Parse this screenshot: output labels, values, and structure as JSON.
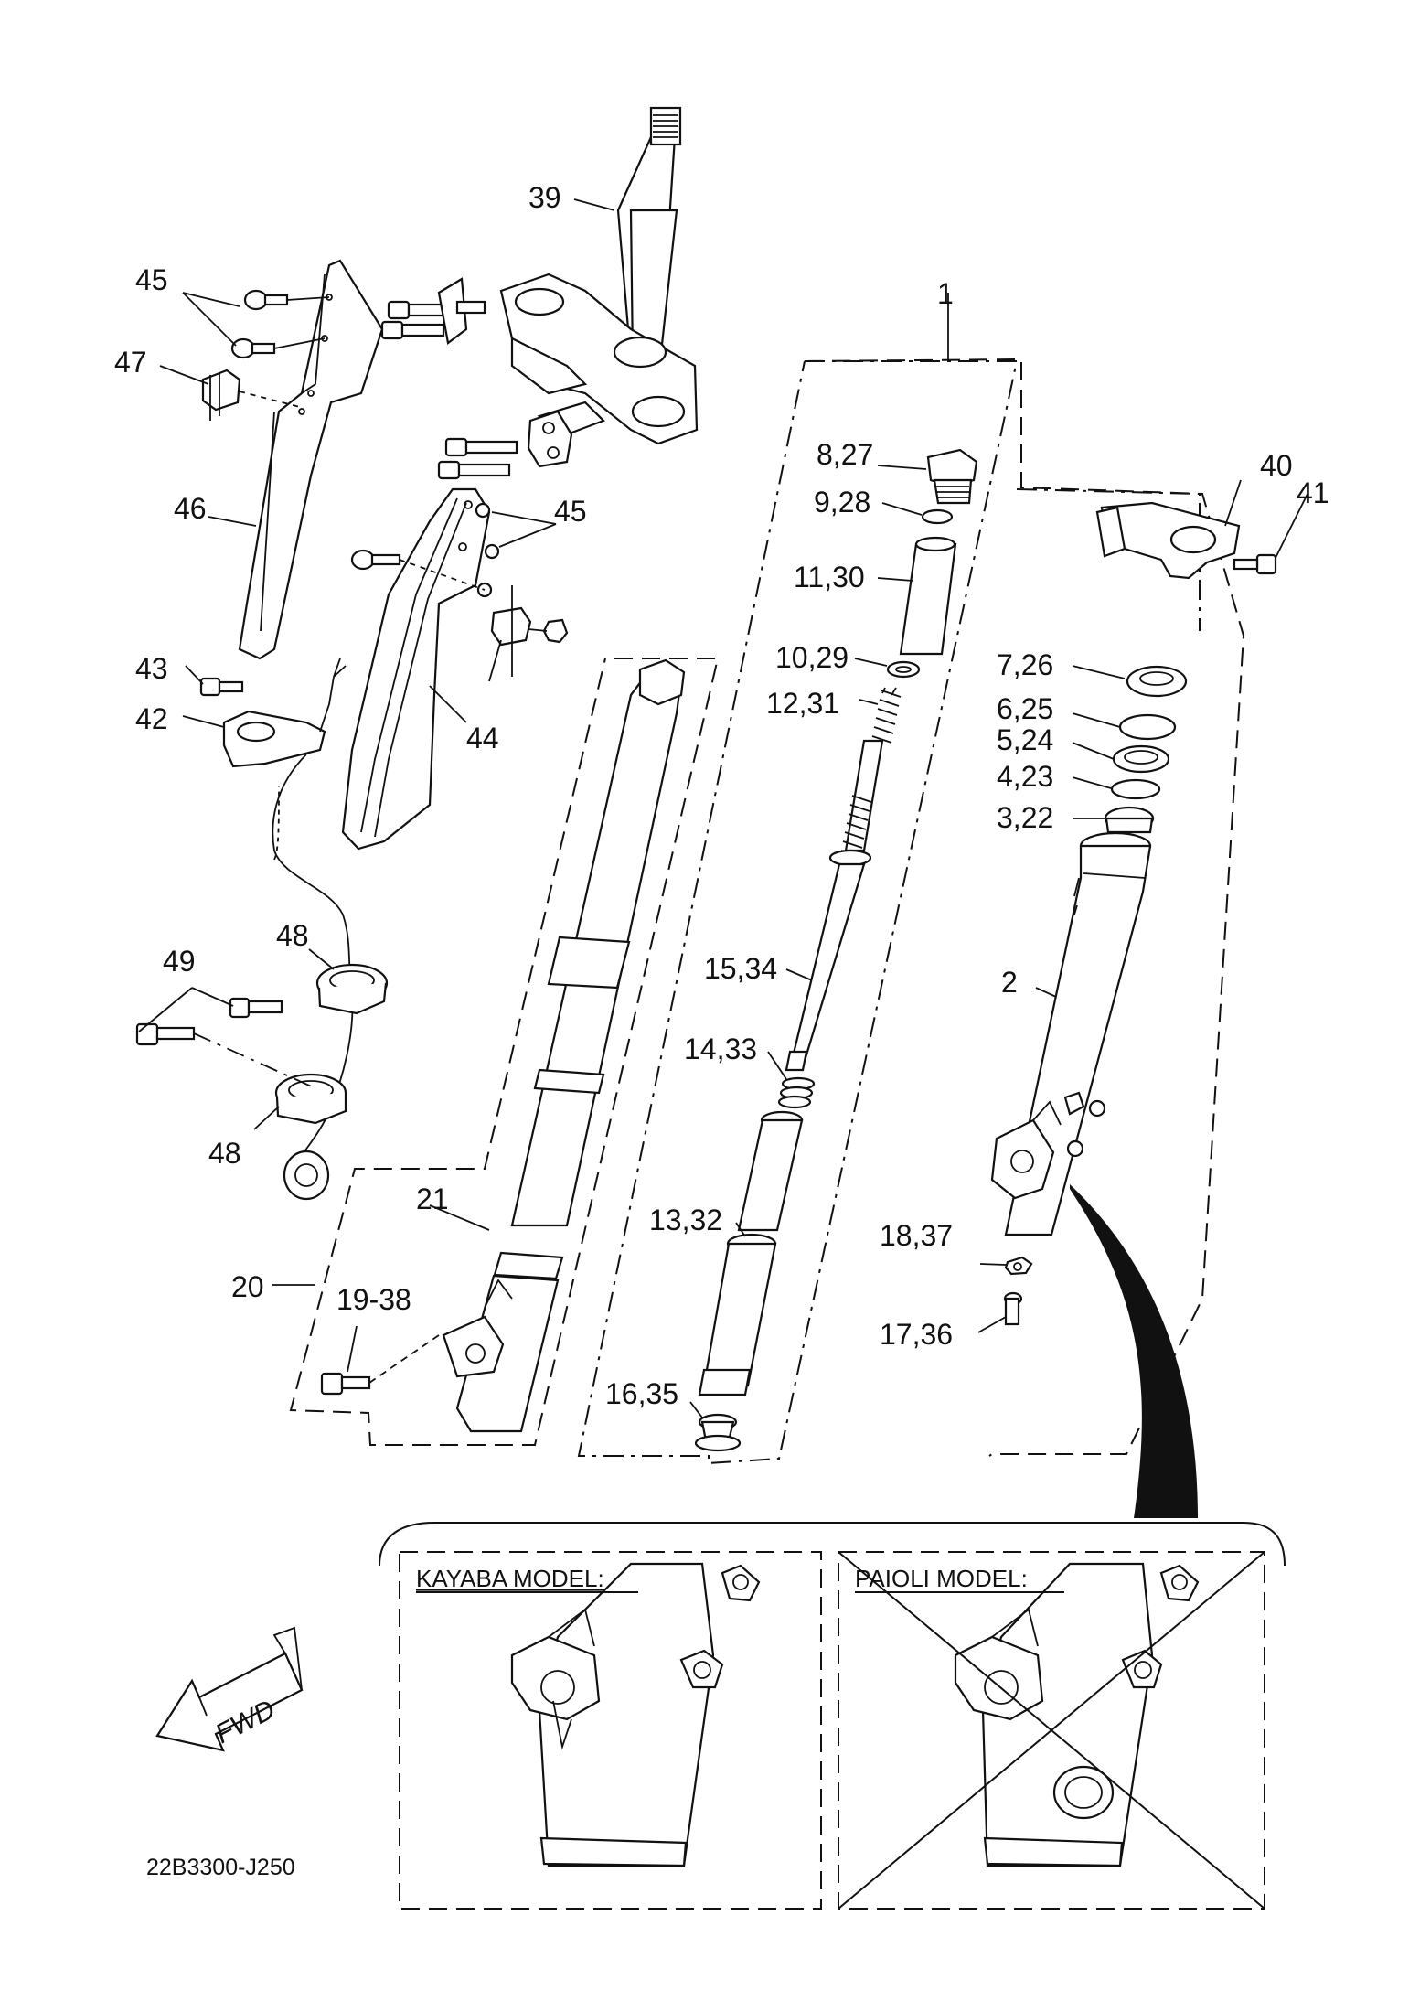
{
  "callouts": {
    "c1": "1",
    "c2": "2",
    "c3_22": "3,22",
    "c4_23": "4,23",
    "c5_24": "5,24",
    "c6_25": "6,25",
    "c7_26": "7,26",
    "c8_27": "8,27",
    "c9_28": "9,28",
    "c10_29": "10,29",
    "c11_30": "11,30",
    "c12_31": "12,31",
    "c13_32": "13,32",
    "c14_33": "14,33",
    "c15_34": "15,34",
    "c16_35": "16,35",
    "c17_36": "17,36",
    "c18_37": "18,37",
    "c19_38": "19-38",
    "c20": "20",
    "c21": "21",
    "c39": "39",
    "c40": "40",
    "c41": "41",
    "c42": "42",
    "c43": "43",
    "c44": "44",
    "c45a": "45",
    "c45b": "45",
    "c46": "46",
    "c47": "47",
    "c48a": "48",
    "c48b": "48",
    "c49": "49"
  },
  "inset": {
    "kayaba_label": "KAYABA MODEL:",
    "paioli_label": "PAIOLI MODEL:"
  },
  "fwd_label": "FWD",
  "diagram_code": "22B3300-J250"
}
